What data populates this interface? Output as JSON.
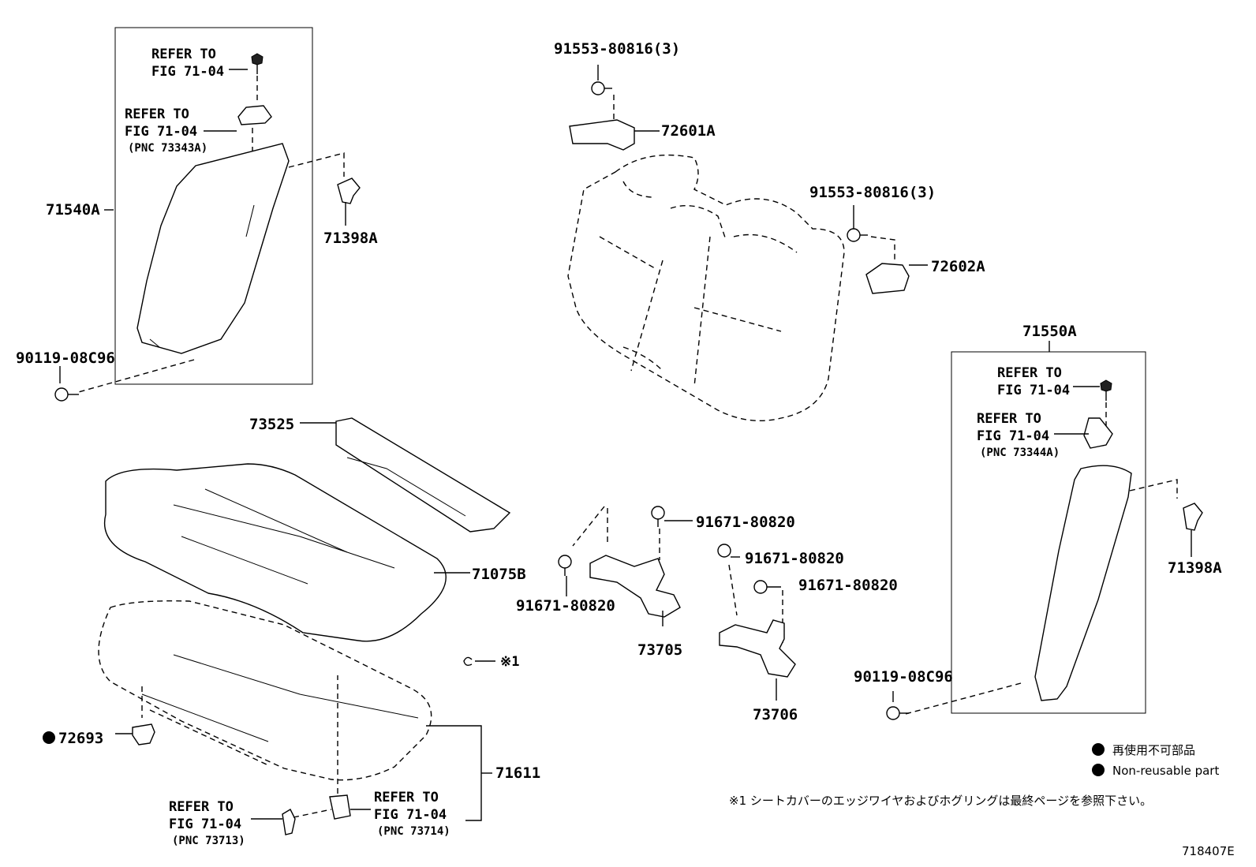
{
  "parts": {
    "p71540A": "71540A",
    "p71398A_left": "71398A",
    "p90119_left": "90119-08C96",
    "p91553_top": "91553-80816(3)",
    "p72601A": "72601A",
    "p91553_right": "91553-80816(3)",
    "p72602A": "72602A",
    "p71550A": "71550A",
    "p71398A_right": "71398A",
    "p90119_right": "90119-08C96",
    "p73525": "73525",
    "p71075B": "71075B",
    "p91671_a": "91671-80820",
    "p91671_b": "91671-80820",
    "p91671_c": "91671-80820",
    "p91671_d": "91671-80820",
    "p73705": "73705",
    "p73706": "73706",
    "p72693": "72693",
    "p71611": "71611",
    "note_ref1": "※1"
  },
  "refs": {
    "refer_to": "REFER TO",
    "fig": "FIG 71-04",
    "pnc_73343A": "(PNC 73343A)",
    "pnc_73344A": "(PNC 73344A)",
    "pnc_73713": "(PNC 73713)",
    "pnc_73714": "(PNC 73714)"
  },
  "legend": {
    "non_reusable_jp": "再使用不可部品",
    "non_reusable_en": "Non-reusable part",
    "footnote": "※1 シートカバーのエッジワイヤおよびホグリングは最終ページを参照下さい。"
  },
  "figure_id": "718407E"
}
